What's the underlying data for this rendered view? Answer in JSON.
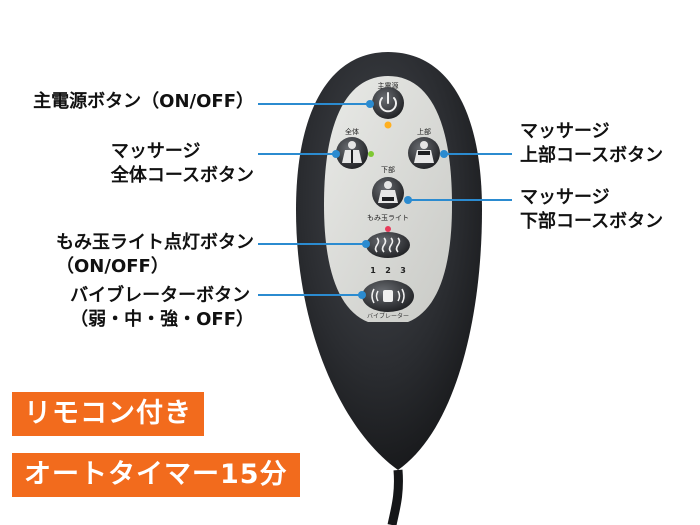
{
  "labels": {
    "power": "主電源ボタン（ON/OFF）",
    "whole_line1": "マッサージ",
    "whole_line2": "全体コースボタン",
    "upper_line1": "マッサージ",
    "upper_line2": "上部コースボタン",
    "lower_line1": "マッサージ",
    "lower_line2": "下部コースボタン",
    "light_line1": "もみ玉ライト点灯ボタン",
    "light_line2": "（ON/OFF）",
    "vib_line1": "バイブレーターボタン",
    "vib_line2": "（弱・中・強・OFF）"
  },
  "remote_text": {
    "power": "主電源",
    "whole": "全体",
    "upper": "上部",
    "lower": "下部",
    "light": "もみ玉ライト",
    "levels": [
      "1",
      "2",
      "3"
    ],
    "vibrator": "バイブレーター"
  },
  "badges": {
    "remote": "リモコン付き",
    "timer": "オートタイマー15分"
  },
  "colors": {
    "leader": "#2b8bd0",
    "badge": "#f26b1d",
    "remote_body": "#2a2c30",
    "panel": "#dadbd8",
    "power_led": "#ffb020",
    "whole_led": "#7ec832",
    "light_led": "#e83a5a"
  },
  "icons": {
    "power": "power-icon",
    "whole": "massage-figure-icon",
    "upper": "massage-figure-icon",
    "lower": "massage-figure-icon",
    "light": "heat-wave-icon",
    "vibrator": "vibration-icon"
  }
}
